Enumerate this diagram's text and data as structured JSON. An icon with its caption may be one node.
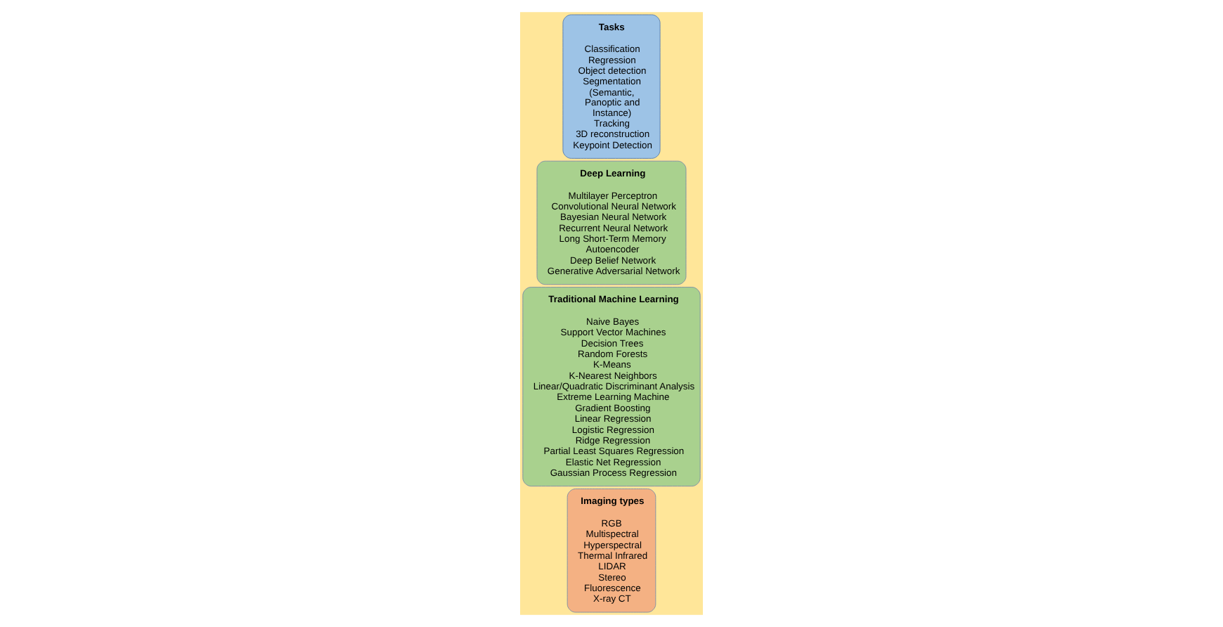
{
  "diagram": {
    "nodes": [
      {
        "text": [
          "Imaging types",
          "RGB",
          "Multispectral",
          "Hyperspectral",
          "Thermal Infrared",
          "LIDAR",
          "Stereo",
          "Fluorescence",
          "X-ray CT"
        ]
      },
      {
        "text": [
          "Traditional Machine Learning",
          "Naive Bayes",
          "Support Vector Machines",
          "Decision Trees",
          "Random Forests",
          "K-Means",
          "K-Nearest Neighbors",
          "Linear/Quadratic Discriminant Analysis",
          "Extreme Learning Machine",
          "Gradient Boosting",
          "Linear Regression",
          "Logistic Regression",
          "Ridge Regression",
          "Partial Least Squares Regression",
          "Elastic Net Regression",
          "Gaussian Process Regression"
        ]
      },
      {
        "text": [
          "Deep Learning",
          "Multilayer Perceptron",
          "Convolutional Neural Network",
          "Bayesian Neural Network",
          "Recurrent Neural Network",
          "Long Short-Term Memory",
          "Autoencoder",
          "Deep Belief Network",
          "Generative Adversarial Network"
        ]
      },
      {
        "text": [
          "Tasks",
          "Classification",
          "Regression",
          "Object detection",
          "Segmentation",
          "(Semantic, Panoptic and Instance)",
          "Tracking",
          "3D reconstruction",
          "Keypoint Detection"
        ]
      }
    ],
    "edges": []
  }
}
